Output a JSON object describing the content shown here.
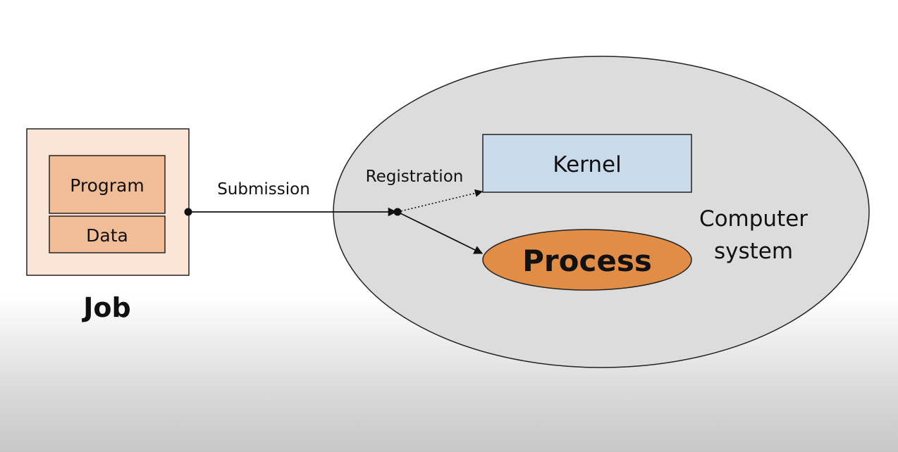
{
  "job": {
    "program_label": "Program",
    "data_label": "Data",
    "title": "Job",
    "colors": {
      "outer_fill": "#fbe5d6",
      "inner_fill": "#f0bd96"
    }
  },
  "flow": {
    "submission_label": "Submission",
    "registration_label": "Registration"
  },
  "computer_system": {
    "label_line1": "Computer",
    "label_line2": "system",
    "ellipse_fill": "#dcdcdc",
    "kernel": {
      "label": "Kernel",
      "fill": "#c9daea"
    },
    "process": {
      "label": "Process",
      "fill": "#e28d45"
    }
  }
}
